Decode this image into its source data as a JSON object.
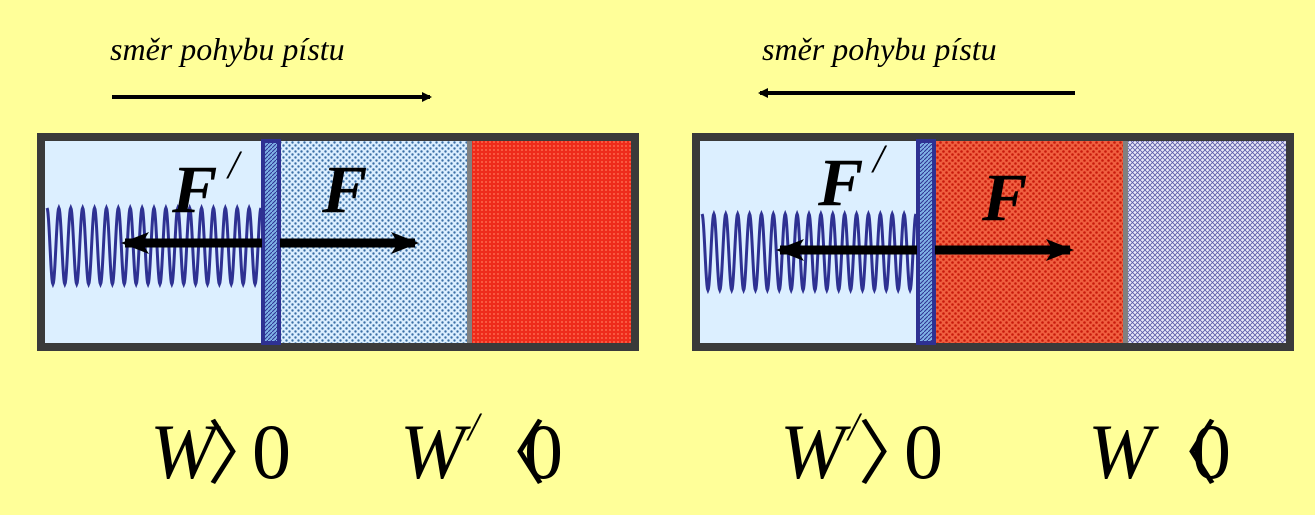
{
  "colors": {
    "background": "#ffff99",
    "frame": "#3a3a3a",
    "spring_chamber": "#dcefff",
    "spring": "#2e3192",
    "piston": "#2e3192",
    "piston_hatch": "#7fb2e6",
    "blue_gas_dots": "#3b6fa6",
    "red_gas": "#ee2b1b",
    "red_gas_dots": "#a31a0e",
    "purple_mesh": "#5a5aa8",
    "arrow": "#000000"
  },
  "left_panel": {
    "direction_label": "směr pohybu pístu",
    "direction": "right",
    "force_spring_label": "F",
    "force_spring_prime": "/",
    "force_gas_label": "F",
    "equation_a": {
      "symbol": "W",
      "prime": "",
      "relation": "〉",
      "value": "0"
    },
    "equation_b": {
      "symbol": "W",
      "prime": "/",
      "relation": "〈",
      "value": "0"
    }
  },
  "right_panel": {
    "direction_label": "směr pohybu pístu",
    "direction": "left",
    "force_spring_label": "F",
    "force_spring_prime": "/",
    "force_gas_label": "F",
    "equation_a": {
      "symbol": "W",
      "prime": "/",
      "relation": "〉",
      "value": "0"
    },
    "equation_b": {
      "symbol": "W",
      "prime": "",
      "relation": "〈",
      "value": "0"
    }
  }
}
